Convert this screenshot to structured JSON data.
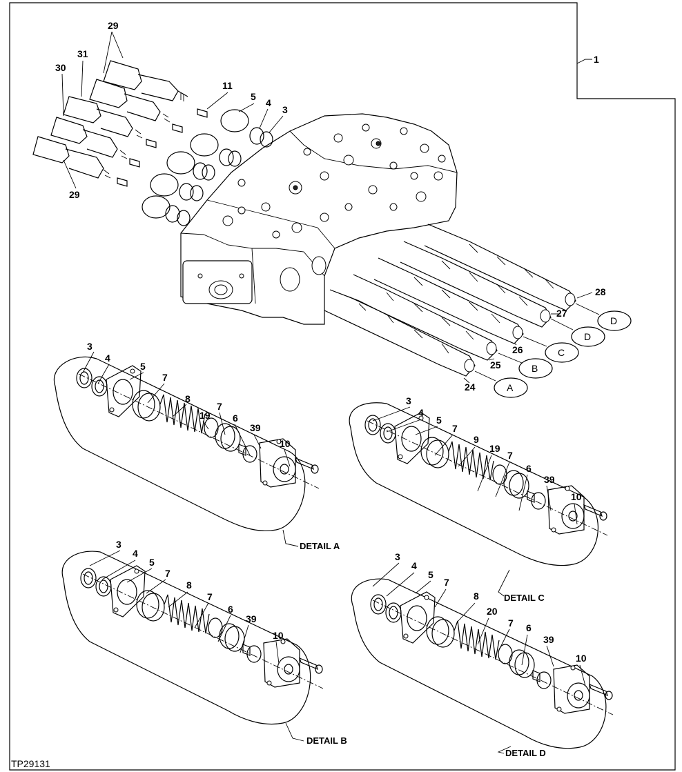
{
  "figure_ref": "TP29131",
  "details": {
    "a": "DETAIL A",
    "b": "DETAIL B",
    "c": "DETAIL C",
    "d": "DETAIL D"
  },
  "port_letters": [
    "A",
    "B",
    "C",
    "D",
    "D"
  ],
  "callouts": {
    "assembly": "1",
    "top": [
      "29",
      "30",
      "31",
      "29",
      "11",
      "5",
      "4",
      "3"
    ],
    "spools": [
      "24",
      "25",
      "26",
      "27",
      "28"
    ],
    "detail_a": [
      "3",
      "4",
      "5",
      "7",
      "8",
      "19",
      "7",
      "6",
      "39",
      "10"
    ],
    "detail_b": [
      "3",
      "4",
      "5",
      "7",
      "8",
      "7",
      "6",
      "39",
      "10"
    ],
    "detail_c": [
      "3",
      "4",
      "5",
      "7",
      "9",
      "19",
      "7",
      "6",
      "39",
      "10"
    ],
    "detail_d": [
      "3",
      "4",
      "5",
      "7",
      "8",
      "20",
      "7",
      "6",
      "39",
      "10"
    ]
  }
}
